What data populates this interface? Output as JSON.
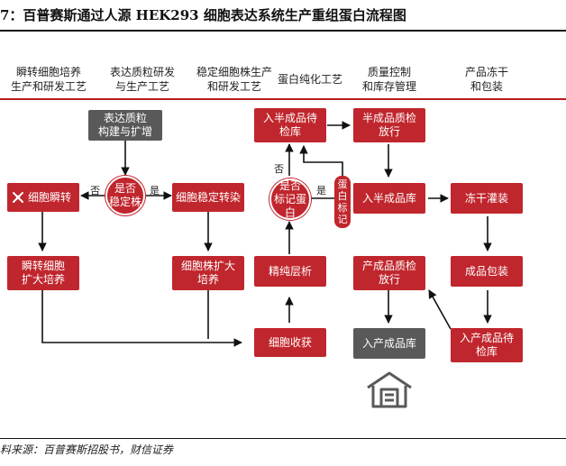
{
  "title": "7：百普赛斯通过人源 HEK293 细胞表达系统生产重组蛋白流程图",
  "columns": [
    "瞬转细胞培养\n生产和研发工艺",
    "表达质粒研发\n与生产工艺",
    "稳定细胞株生产\n和研发工艺",
    "蛋白纯化工艺",
    "质量控制\n和库存管理",
    "产品冻干\n和包装"
  ],
  "nodes": {
    "plasmid": "表达质粒\n构建与扩增",
    "stable_q": "是否\n稳定株",
    "transient": "细胞瞬转",
    "stable_transfect": "细胞稳定转染",
    "transient_expand": "瞬转细胞\n扩大培养",
    "line_expand": "细胞株扩大\n培养",
    "harvest": "细胞收获",
    "purify": "精纯层析",
    "tag_q": "是否\n标记蛋白",
    "tag_label": "蛋\n白\n标\n记",
    "semi_wait": "入半成品待\n检库",
    "semi_qc": "半成品质检\n放行",
    "semi_store": "入半成品库",
    "lyo": "冻干灌装",
    "pack": "成品包装",
    "final_wait": "入产成品待\n检库",
    "final_qc": "产成品质检\n放行",
    "final_store": "入产成品库"
  },
  "edge_labels": {
    "yes": "是",
    "no": "否"
  },
  "icons": {
    "warehouse": "warehouse-icon"
  },
  "source": "料来源：百普赛斯招股书，财信证券"
}
